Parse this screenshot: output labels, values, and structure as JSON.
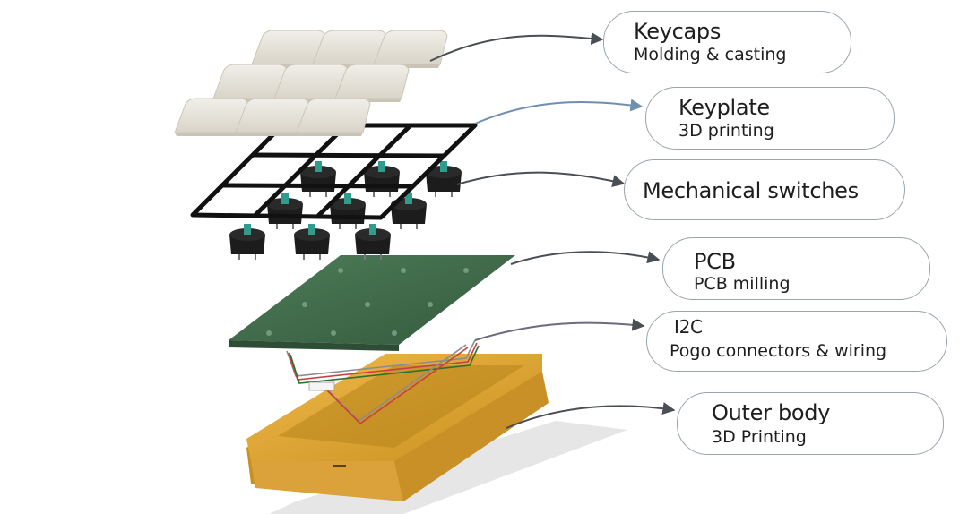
{
  "components": [
    {
      "id": "keycaps",
      "title": "Keycaps",
      "subtitle": "Molding & casting"
    },
    {
      "id": "keyplate",
      "title": "Keyplate",
      "subtitle": "3D printing"
    },
    {
      "id": "switches",
      "title": "Mechanical switches",
      "subtitle": ""
    },
    {
      "id": "pcb",
      "title": "PCB",
      "subtitle": "PCB milling"
    },
    {
      "id": "i2c",
      "title": "I2C",
      "subtitle": "Pogo connectors & wiring"
    },
    {
      "id": "body",
      "title": "Outer body",
      "subtitle": "3D Printing"
    }
  ],
  "colors": {
    "keycap": "#e6e3da",
    "keyplate": "#111111",
    "switch_housing": "#1c1c1c",
    "switch_stem": "#2f9c8c",
    "pcb": "#3f6b4a",
    "case": "#e3a93a",
    "arrow": "#4a4f55",
    "arrow_keyplate": "#6f8fb0"
  },
  "icons": {
    "wire_label": "connector-label"
  }
}
